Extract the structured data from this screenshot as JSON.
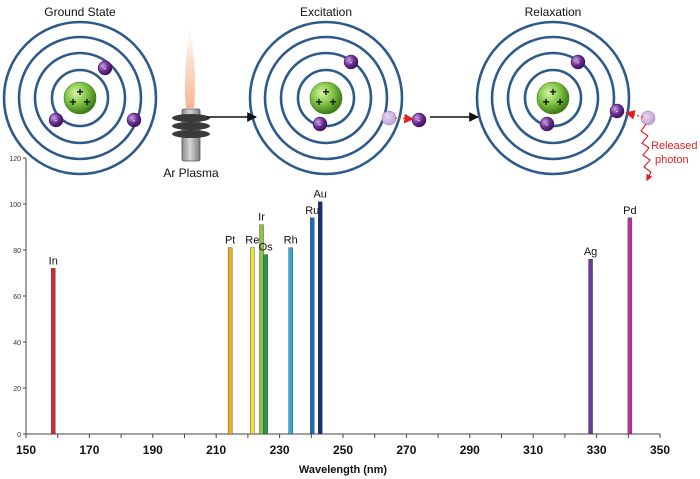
{
  "diagram": {
    "stages": [
      {
        "title": "Ground State"
      },
      {
        "title": "Excitation"
      },
      {
        "title": "Relaxation"
      }
    ],
    "plasma_label": "Ar Plasma",
    "photon_label_line1": "Released",
    "photon_label_line2": "photon",
    "colors": {
      "orbit": "#2e5a8a",
      "nucleus": "#7cc242",
      "electron": "#6a2c91",
      "photon": "#e02020",
      "transition": "#d46a1a"
    },
    "icons": {
      "nucleus": "nucleus-icon",
      "electron": "electron-icon",
      "plasma": "plasma-torch-icon",
      "arrow": "arrow-right-icon",
      "photon": "photon-wave-icon"
    }
  },
  "chart_data": {
    "type": "bar",
    "xlabel": "Wavelength (nm)",
    "xlim": [
      150,
      350
    ],
    "ylim": [
      0,
      120
    ],
    "xticks": [
      150,
      170,
      190,
      210,
      230,
      250,
      270,
      290,
      310,
      330,
      350
    ],
    "yticks": [
      0,
      20,
      40,
      60,
      80,
      100,
      120
    ],
    "grid": false,
    "series": [
      {
        "label": "In",
        "x": 158.6,
        "value": 72,
        "color": "#d42a2a"
      },
      {
        "label": "Pt",
        "x": 214.4,
        "value": 81,
        "color": "#f2b320"
      },
      {
        "label": "Re",
        "x": 221.4,
        "value": 81,
        "color": "#f0e040"
      },
      {
        "label": "Ir",
        "x": 224.3,
        "value": 91,
        "color": "#8dc63f"
      },
      {
        "label": "Os",
        "x": 225.6,
        "value": 78,
        "color": "#1f9a4b"
      },
      {
        "label": "Rh",
        "x": 233.5,
        "value": 81,
        "color": "#2fa8e0"
      },
      {
        "label": "Ru",
        "x": 240.3,
        "value": 94,
        "color": "#1a6fb5"
      },
      {
        "label": "Au",
        "x": 242.8,
        "value": 101,
        "color": "#1a2e6b"
      },
      {
        "label": "Ag",
        "x": 328.1,
        "value": 76,
        "color": "#6a3a99"
      },
      {
        "label": "Pd",
        "x": 340.5,
        "value": 94,
        "color": "#c0309a"
      }
    ]
  }
}
